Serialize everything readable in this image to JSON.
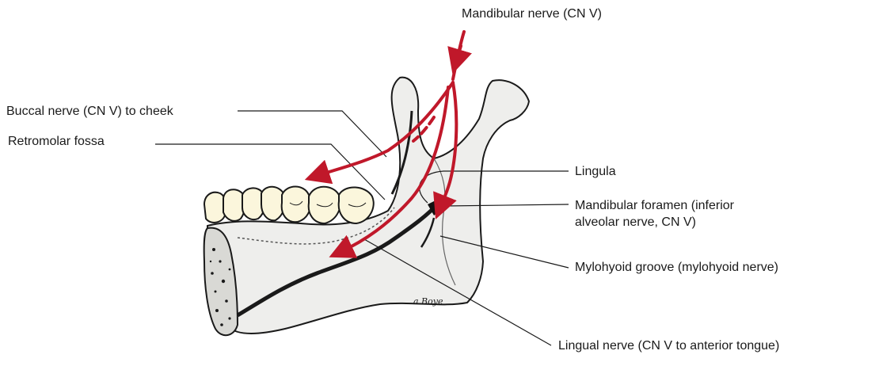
{
  "labels": {
    "mandibular_nerve": "Mandibular nerve (CN V)",
    "buccal_nerve": "Buccal nerve (CN V) to cheek",
    "retromolar_fossa": "Retromolar fossa",
    "lingula": "Lingula",
    "mandibular_foramen_line1": "Mandibular foramen (inferior",
    "mandibular_foramen_line2": "alveolar nerve, CN V)",
    "mylohyoid_groove": "Mylohyoid groove (mylohyoid nerve)",
    "lingual_nerve": "Lingual nerve (CN V to anterior tongue)"
  },
  "signature": "a Boye",
  "colors": {
    "nerve": "#c0182a",
    "bone_fill": "#eeeeec",
    "tooth_fill": "#fbf6dc",
    "ink": "#1a1a1a"
  }
}
